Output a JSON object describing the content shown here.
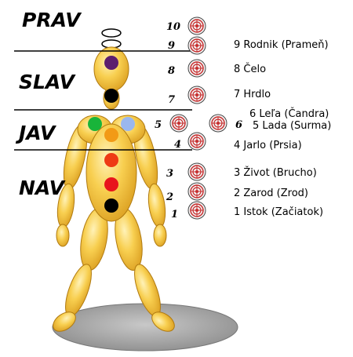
{
  "realms": [
    "PRAV",
    "SLAV",
    "JAV",
    "NAV"
  ],
  "chakras": [
    {
      "n": "10",
      "label": ""
    },
    {
      "n": "9",
      "label": "9 Rodnik (Prameň)"
    },
    {
      "n": "8",
      "label": "8 Čelo"
    },
    {
      "n": "7",
      "label": "7 Hrdlo"
    },
    {
      "n": "6",
      "label": "6 Leľa (Čandra)"
    },
    {
      "n": "5",
      "label": "5 Lada (Surma)"
    },
    {
      "n": "4",
      "label": "4 Jarlo (Prsia)"
    },
    {
      "n": "3",
      "label": "3 Život (Brucho)"
    },
    {
      "n": "2",
      "label": "2 Zarod (Zrod)"
    },
    {
      "n": "1",
      "label": "1 Istok (Začiatok)"
    }
  ],
  "colors": {
    "body": "#f4c23c",
    "body_light": "#ffe89a",
    "shadow": "#a8a8a8",
    "crown": "#5b1e6e",
    "throat": "#000000",
    "left_palm": "#19b43a",
    "right_palm": "#9ab7ef",
    "heart": "#f29a16",
    "belly": "#ee3a14",
    "sacral": "#e8141c",
    "root": "#000000",
    "symbol_ring": "#c62e2e"
  }
}
